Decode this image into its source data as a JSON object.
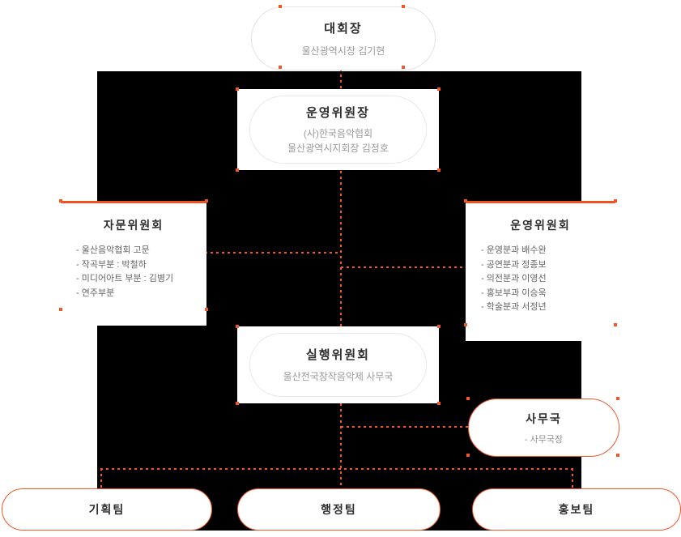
{
  "accent_color": "#f2572a",
  "chart": {
    "chairman": {
      "title": "대회장",
      "subtitle": "울산광역시장 김기현"
    },
    "steering_chair": {
      "title": "운영위원장",
      "subtitle_line1": "(사)한국음악협회",
      "subtitle_line2": "울산광역시지회장 김정호"
    },
    "advisory_committee": {
      "title": "자문위원회",
      "items": [
        "- 울산음악협회 고문",
        "- 작곡부분 : 박철하",
        "- 미디어아트 부분 : 김병기",
        "- 연주부분"
      ]
    },
    "steering_committee": {
      "title": "운영위원회",
      "items": [
        "- 운영분과 배수완",
        "- 공연분과 정종보",
        "- 의전분과 이영선",
        "- 홍보부과 이승욱",
        "- 학술분과 서정년"
      ]
    },
    "executive_committee": {
      "title": "실행위원회",
      "subtitle": "울산전국창작음악제 사무국"
    },
    "secretariat": {
      "title": "사무국",
      "items": [
        "- 사무국장"
      ]
    },
    "teams": [
      {
        "label": "기획팀"
      },
      {
        "label": "행정팀"
      },
      {
        "label": "홍보팀"
      }
    ]
  }
}
